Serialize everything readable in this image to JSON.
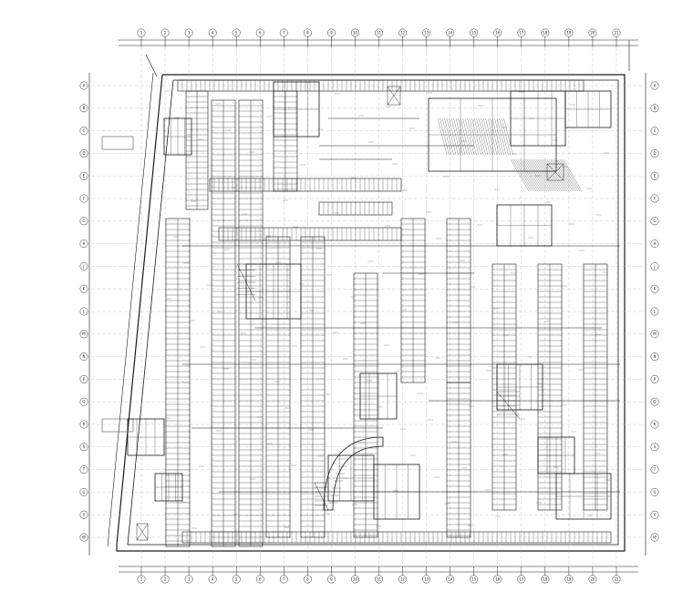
{
  "drawing": {
    "kind": "basement parking floor plan (CAD drawing)",
    "columns_top": [
      "1",
      "2",
      "3",
      "4",
      "5",
      "6",
      "7",
      "8",
      "9",
      "10",
      "11",
      "12",
      "13",
      "14",
      "15",
      "16",
      "17",
      "18",
      "19",
      "20",
      "21"
    ],
    "rows_side": [
      "A",
      "B",
      "C",
      "D",
      "E",
      "F",
      "G",
      "H",
      "J",
      "K",
      "L",
      "M",
      "N",
      "P",
      "Q",
      "R",
      "S",
      "T",
      "U",
      "V",
      "W"
    ],
    "title_block": [
      "",
      "",
      ""
    ],
    "colors": {
      "line": "#1a1a1a",
      "paper": "#ffffff",
      "hatch": "#555555"
    }
  }
}
